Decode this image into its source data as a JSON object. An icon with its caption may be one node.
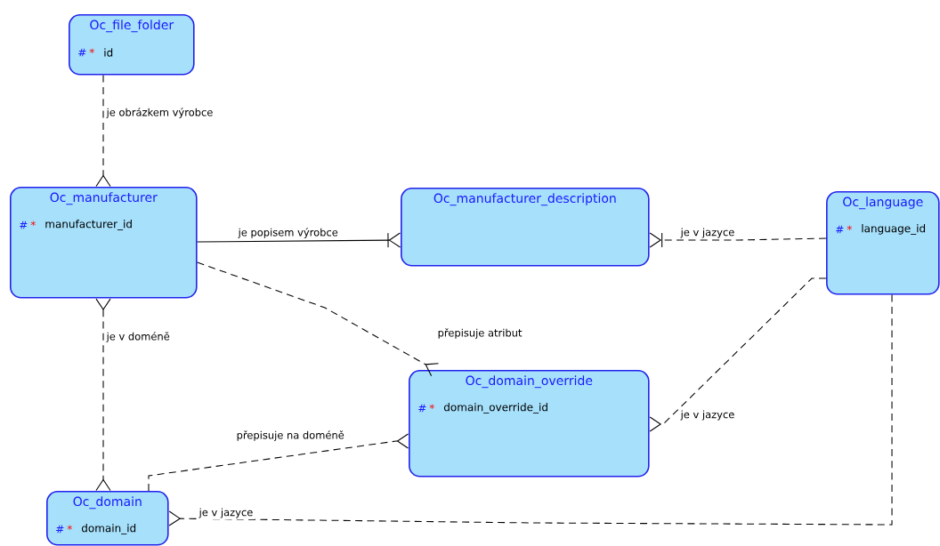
{
  "diagram": {
    "nodes": [
      {
        "text": [
          "Oc_file_folder",
          "#",
          "*",
          "id"
        ]
      },
      {
        "text": [
          "Oc_manufacturer",
          "#",
          "*",
          "manufacturer_id"
        ]
      },
      {
        "text": [
          "Oc_manufacturer_description"
        ]
      },
      {
        "text": [
          "Oc_language",
          "#",
          "*",
          "language_id"
        ]
      },
      {
        "text": [
          "Oc_domain_override",
          "#",
          "*",
          "domain_override_id"
        ]
      },
      {
        "text": [
          "Oc_domain",
          "#",
          "*",
          "domain_id"
        ]
      }
    ],
    "edges": [
      {
        "from": 0,
        "to": 1,
        "arrow": "other",
        "label": "je obrázkem výrobce",
        "style": "dashed"
      },
      {
        "from": 1,
        "to": 2,
        "arrow": "other",
        "label": "je popisem výrobce"
      },
      {
        "from": 3,
        "to": 2,
        "arrow": "other",
        "label": "je v jazyce",
        "style": "dashed"
      },
      {
        "from": 1,
        "to": 4,
        "arrow": "other",
        "label": "přepisuje atribut",
        "style": "dashed"
      },
      {
        "from": 1,
        "to": 5,
        "arrow": "other",
        "label": "je v doméně",
        "style": "dashed"
      },
      {
        "from": 5,
        "to": 4,
        "arrow": "other",
        "label": "přepisuje na doméně",
        "style": "dashed"
      },
      {
        "from": 3,
        "to": 4,
        "arrow": "other",
        "label": "je v jazyce",
        "style": "dashed"
      },
      {
        "from": 3,
        "to": 5,
        "arrow": "other",
        "label": "je v jazyce",
        "style": "dashed"
      }
    ]
  }
}
